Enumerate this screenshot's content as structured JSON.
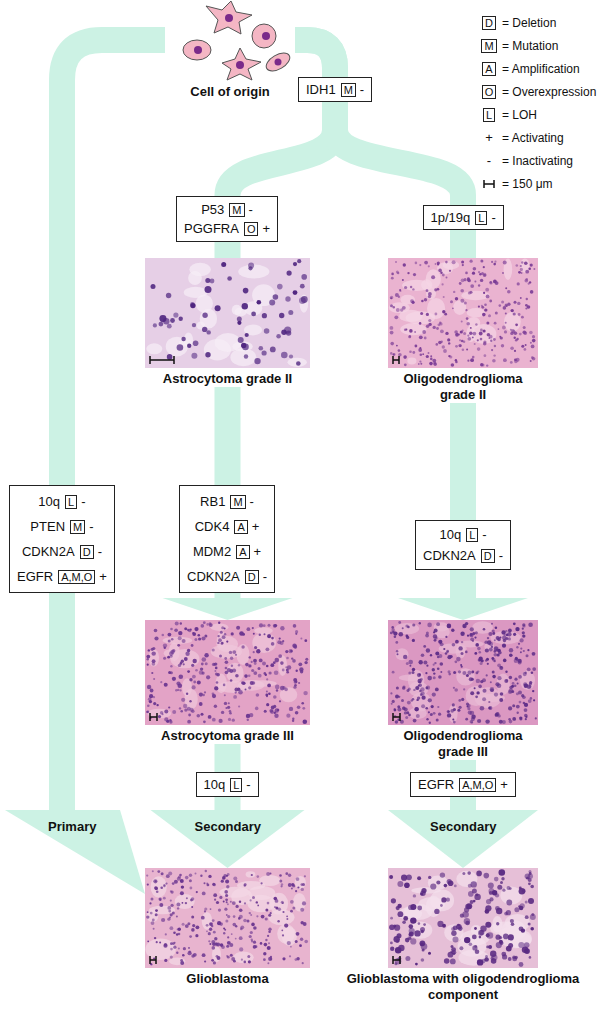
{
  "diagram": {
    "nodes": [
      {
        "text": [
          "Cell of origin"
        ]
      },
      {
        "text": [
          "IDH1",
          "M",
          "-"
        ]
      },
      {
        "text": [
          "P53",
          "M",
          "-",
          "PGGFRA",
          "O",
          "+"
        ]
      },
      {
        "text": [
          "1p/19q",
          "L",
          "-"
        ]
      },
      {
        "text": [
          "Astrocytoma grade II"
        ]
      },
      {
        "text": [
          "Oligodendroglioma grade II"
        ]
      },
      {
        "text": [
          "10q",
          "L",
          "-",
          "PTEN",
          "M",
          "-",
          "CDKN2A",
          "D",
          "-",
          "EGFR",
          "A,M,O",
          "+"
        ]
      },
      {
        "text": [
          "RB1",
          "M",
          "-",
          "CDK4",
          "A",
          "+",
          "MDM2",
          "A",
          "+",
          "CDKN2A",
          "D",
          "-"
        ]
      },
      {
        "text": [
          "10q",
          "L",
          "-",
          "CDKN2A",
          "D",
          "-"
        ]
      },
      {
        "text": [
          "Astrocytoma grade III"
        ]
      },
      {
        "text": [
          "Oligodendroglioma grade III"
        ]
      },
      {
        "text": [
          "10q",
          "L",
          "-"
        ]
      },
      {
        "text": [
          "EGFR",
          "A,M,O",
          "+"
        ]
      },
      {
        "text": [
          "Glioblastoma"
        ]
      },
      {
        "text": [
          "Glioblastoma with oligodendroglioma component"
        ]
      }
    ],
    "edges": [
      {
        "from": 0,
        "to": 13,
        "arrow": "to",
        "label": "Primary"
      },
      {
        "from": 0,
        "to": 4,
        "arrow": "none"
      },
      {
        "from": 0,
        "to": 5,
        "arrow": "none"
      },
      {
        "from": 4,
        "to": 9,
        "arrow": "to"
      },
      {
        "from": 5,
        "to": 10,
        "arrow": "to"
      },
      {
        "from": 9,
        "to": 13,
        "arrow": "to",
        "label": "Secondary"
      },
      {
        "from": 10,
        "to": 14,
        "arrow": "to",
        "label": "Secondary"
      }
    ],
    "labels": [
      "D",
      "M",
      "A",
      "O",
      "L",
      "+",
      "-"
    ],
    "legend": [
      {
        "text": "= Deletion"
      },
      {
        "text": "= Mutation"
      },
      {
        "text": "= Amplification"
      },
      {
        "text": "= Overexpression"
      },
      {
        "text": "= LOH"
      },
      {
        "text": "= Activating"
      },
      {
        "text": "= Inactivating"
      },
      {
        "text": "= 150 μm"
      }
    ]
  }
}
